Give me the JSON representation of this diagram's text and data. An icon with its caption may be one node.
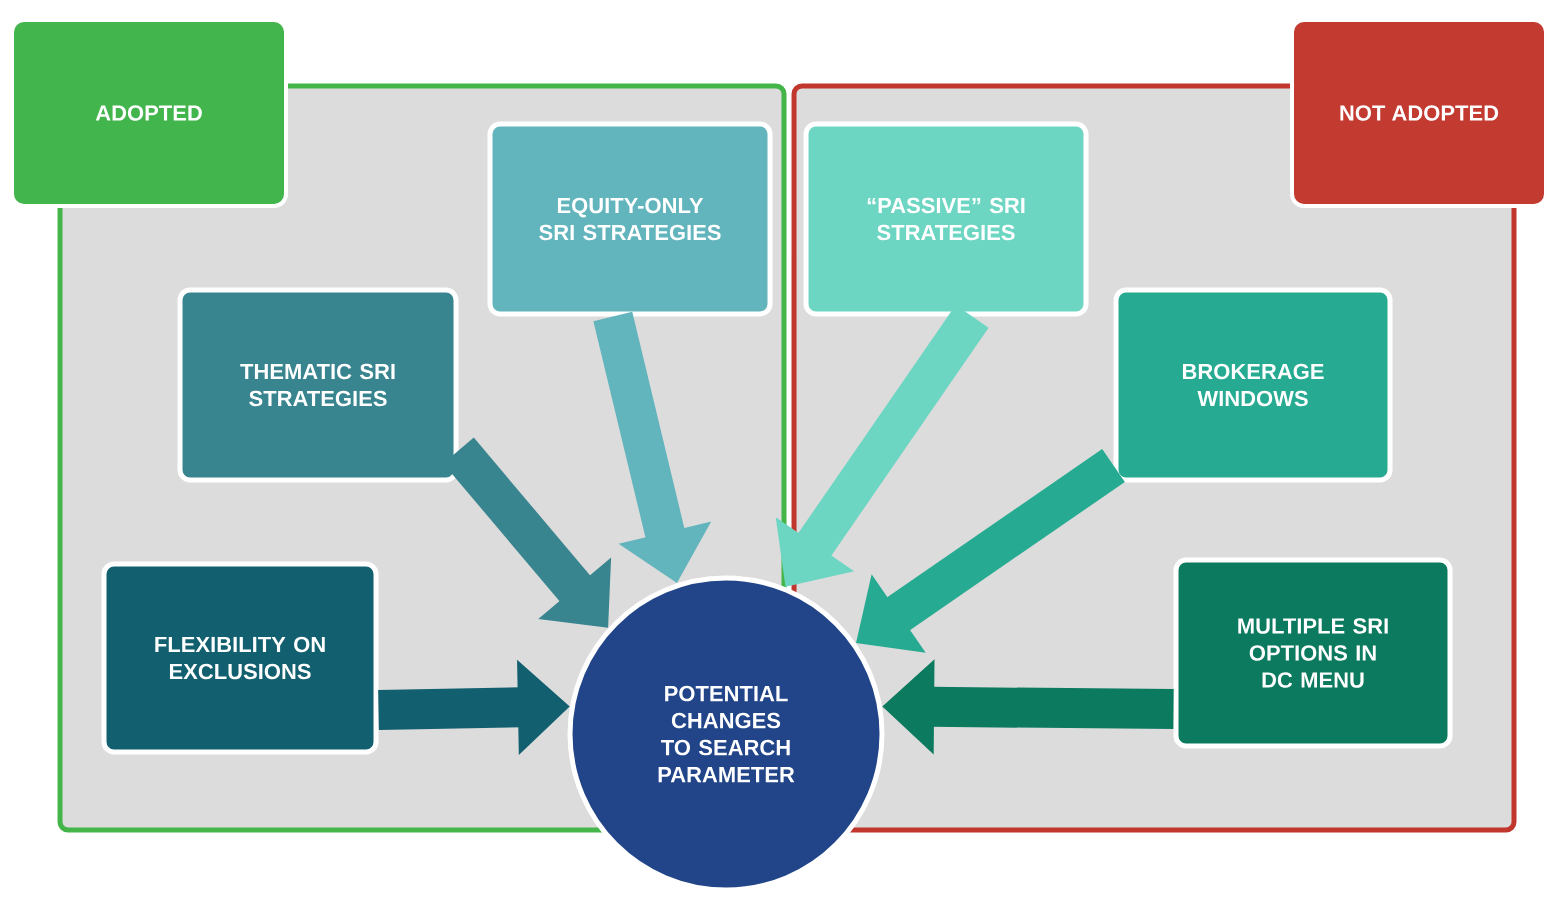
{
  "diagram": {
    "nodes": [
      {
        "text": [
          "ADOPTED"
        ]
      },
      {
        "text": [
          "EQUITY-ONLY SRI STRATEGIES"
        ],
        "in": 0
      },
      {
        "text": [
          "THEMATIC SRI STRATEGIES"
        ],
        "in": 0
      },
      {
        "text": [
          "FLEXIBILITY ON EXCLUSIONS"
        ],
        "in": 0
      },
      {
        "text": [
          "NOT ADOPTED"
        ]
      },
      {
        "text": [
          "“PASSIVE” SRI STRATEGIES"
        ],
        "in": 4
      },
      {
        "text": [
          "BROKERAGE WINDOWS"
        ],
        "in": 4
      },
      {
        "text": [
          "MULTIPLE SRI OPTIONS IN DC MENU"
        ],
        "in": 4
      },
      {
        "text": [
          "POTENTIAL CHANGES TO SEARCH PARAMETER"
        ]
      }
    ],
    "edges": [
      {
        "from": 1,
        "to": 8,
        "arrow": "to",
        "color": "#62b4bd"
      },
      {
        "from": 2,
        "to": 8,
        "arrow": "to",
        "color": "#38848f"
      },
      {
        "from": 3,
        "to": 8,
        "arrow": "to",
        "color": "#125f6f"
      },
      {
        "from": 5,
        "to": 8,
        "arrow": "to",
        "color": "#6dd6c3"
      },
      {
        "from": 6,
        "to": 8,
        "arrow": "to",
        "color": "#26ab92"
      },
      {
        "from": 7,
        "to": 8,
        "arrow": "to",
        "color": "#0c7a5f"
      }
    ]
  }
}
